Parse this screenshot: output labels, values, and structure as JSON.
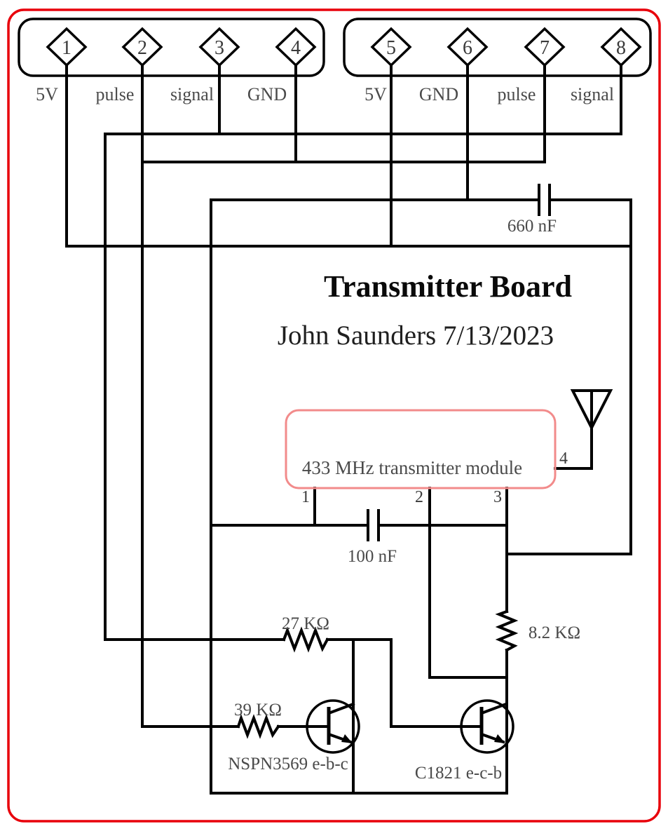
{
  "colors": {
    "wire": "#000000",
    "red_border": "#e8000b",
    "module_pink": "#f28b8b",
    "label_text": "#4a4a4a",
    "title_text": "#0a0a0a"
  },
  "board": {
    "title": "Transmitter Board",
    "author_date": "John Saunders 7/13/2023"
  },
  "connectors": {
    "left": {
      "pins": [
        {
          "num": "1",
          "label": "5V"
        },
        {
          "num": "2",
          "label": "pulse"
        },
        {
          "num": "3",
          "label": "signal"
        },
        {
          "num": "4",
          "label": "GND"
        }
      ]
    },
    "right": {
      "pins": [
        {
          "num": "5",
          "label": "5V"
        },
        {
          "num": "6",
          "label": "GND"
        },
        {
          "num": "7",
          "label": "pulse"
        },
        {
          "num": "8",
          "label": "signal"
        }
      ]
    }
  },
  "module": {
    "label": "433 MHz transmitter module",
    "pin1": "1",
    "pin2": "2",
    "pin3": "3",
    "pin4": "4"
  },
  "components": {
    "cap_660": "660 nF",
    "cap_100": "100 nF",
    "res_27k": "27 KΩ",
    "res_39k": "39 KΩ",
    "res_8_2k": "8.2 KΩ",
    "transistor_left": "NSPN3569 e-b-c",
    "transistor_right": "C1821 e-c-b"
  }
}
